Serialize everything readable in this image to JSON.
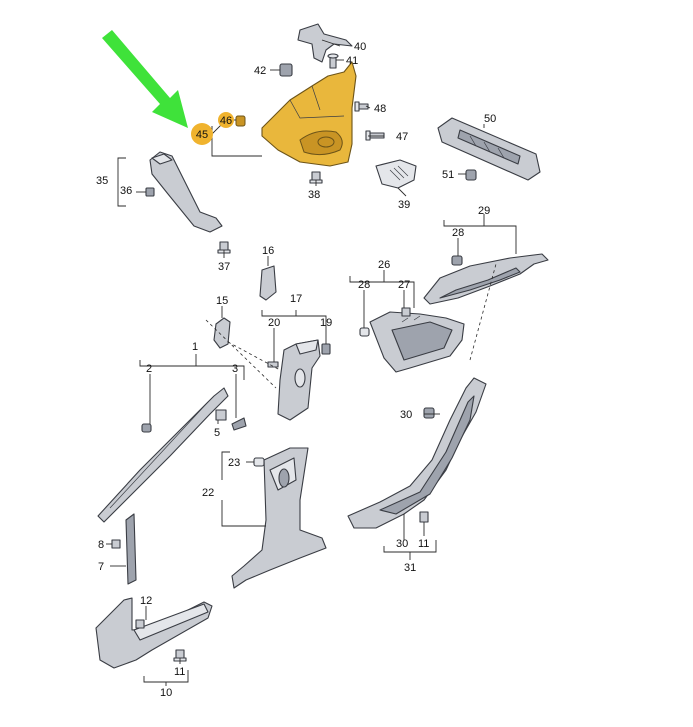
{
  "labels": {
    "l40": "40",
    "l41": "41",
    "l42": "42",
    "l48": "48",
    "l47": "47",
    "l46": "46",
    "l45": "45",
    "l50": "50",
    "l51": "51",
    "l35": "35",
    "l36": "36",
    "l38": "38",
    "l39": "39",
    "l37": "37",
    "l16": "16",
    "l29": "29",
    "l28a": "28",
    "l26": "26",
    "l28b": "28",
    "l27": "27",
    "l15": "15",
    "l17": "17",
    "l20": "20",
    "l19": "19",
    "l1": "1",
    "l2": "2",
    "l3": "3",
    "l5": "5",
    "l30a": "30",
    "l23": "23",
    "l22": "22",
    "l8": "8",
    "l7": "7",
    "l12": "12",
    "l11a": "11",
    "l10": "10",
    "l30b": "30",
    "l11b": "11",
    "l31": "31"
  },
  "highlight_part": "45",
  "colors": {
    "highlight": "#f0b32e",
    "arrow": "#3fe23a",
    "part": "#c9ccd2"
  }
}
